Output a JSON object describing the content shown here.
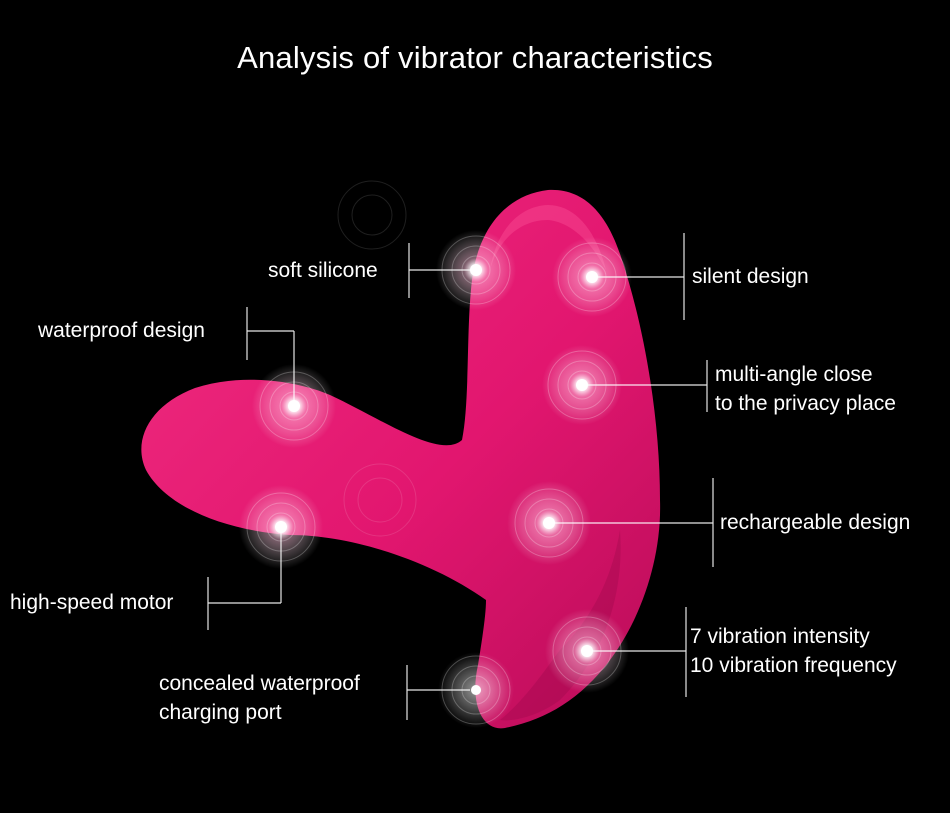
{
  "title": "Analysis of vibrator characteristics",
  "product_color": "#e2166f",
  "features": [
    {
      "id": "soft-silicone",
      "lines": [
        "soft silicone"
      ]
    },
    {
      "id": "silent-design",
      "lines": [
        "silent design"
      ]
    },
    {
      "id": "waterproof-design",
      "lines": [
        "waterproof design"
      ]
    },
    {
      "id": "multi-angle",
      "lines": [
        "multi-angle close",
        "to the privacy place"
      ]
    },
    {
      "id": "rechargeable-design",
      "lines": [
        "rechargeable design"
      ]
    },
    {
      "id": "high-speed-motor",
      "lines": [
        "high-speed motor"
      ]
    },
    {
      "id": "vibration",
      "lines": [
        "7 vibration intensity",
        "10 vibration frequency"
      ]
    },
    {
      "id": "charging-port",
      "lines": [
        "concealed waterproof",
        "charging port"
      ]
    }
  ]
}
